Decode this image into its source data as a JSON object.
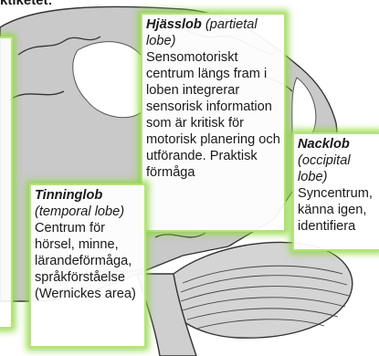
{
  "title_fragment": "ktiketet:",
  "labels": {
    "parietal": {
      "name": "Hjässlob",
      "latin": " (partietal lobe)",
      "description": "Sensomotoriskt centrum längs fram i loben integrerar sensorisk information som är kritisk för motorisk planering och utförande. Praktisk förmåga"
    },
    "occipital": {
      "name": "Nacklob",
      "latin": " (occipital lobe)",
      "description": "Syncentrum, känna igen, identifiera"
    },
    "temporal": {
      "name": "Tinninglob",
      "latin": " (temporal lobe)",
      "description": "Centrum för hörsel, minne, lärandeförmåga, språkförståelse",
      "note": " (Wernickes area)"
    }
  },
  "colors": {
    "highlight": "#8cd73c",
    "cortex_fill": "#c9c9c9",
    "cortex_stroke": "#333333",
    "white_matter": "#ffffff"
  }
}
